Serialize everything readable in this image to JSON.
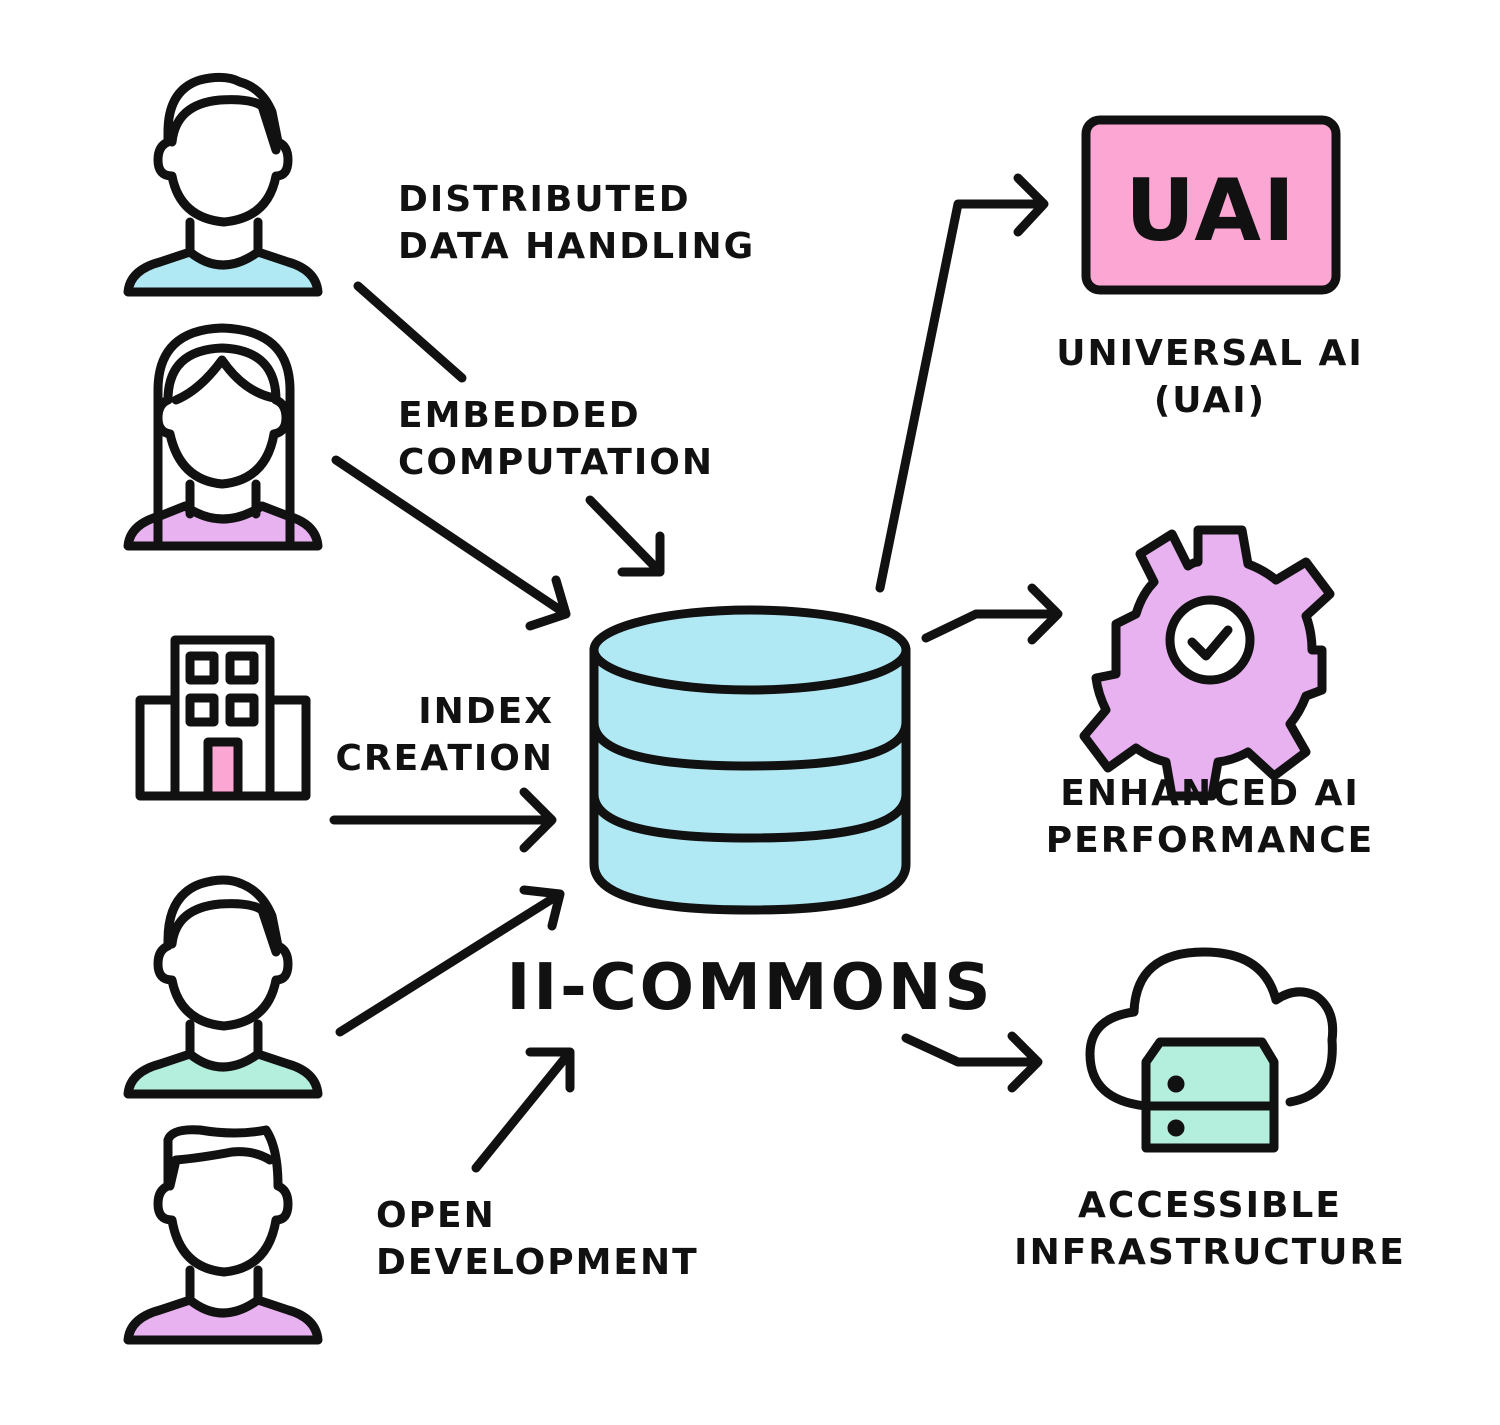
{
  "colors": {
    "stroke": "#111111",
    "database_fill": "#b0e8f4",
    "uai_fill": "#fca6d4",
    "gear_fill": "#e8b2f0",
    "server_fill": "#b4eedc",
    "person_1_shirt": "#b0e8f4",
    "person_2_shirt": "#e8b2f0",
    "person_3_shirt": "#b4eedc",
    "person_4_shirt": "#e8b2f0",
    "door_fill": "#fca6d4"
  },
  "inputs": [
    {
      "lines": [
        "DISTRIBUTED",
        "DATA HANDLING"
      ]
    },
    {
      "lines": [
        "EMBEDDED",
        "COMPUTATION"
      ]
    },
    {
      "lines": [
        "INDEX",
        "CREATION"
      ]
    },
    {
      "lines": [
        "OPEN",
        "DEVELOPMENT"
      ]
    }
  ],
  "center": {
    "title": "II-COMMONS"
  },
  "outputs": [
    {
      "icon_text": "UAI",
      "lines": [
        "UNIVERSAL AI",
        "(UAI)"
      ]
    },
    {
      "lines": [
        "ENHANCED AI",
        "PERFORMANCE"
      ]
    },
    {
      "lines": [
        "ACCESSIBLE",
        "INFRASTRUCTURE"
      ]
    }
  ],
  "icons": [
    "person-icon",
    "woman-icon",
    "building-icon",
    "person-icon",
    "person-icon",
    "database-icon",
    "uai-icon",
    "gear-check-icon",
    "cloud-server-icon"
  ]
}
